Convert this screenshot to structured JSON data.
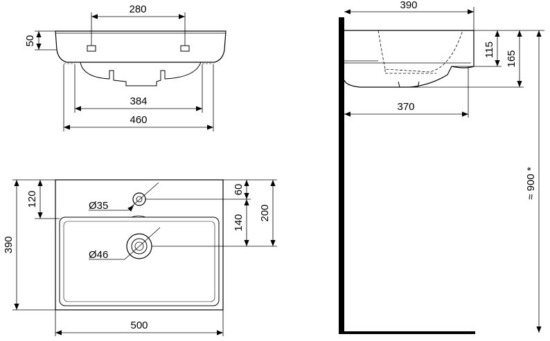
{
  "dimensions": {
    "tap_hole_spacing": "280",
    "rim_height": "50",
    "inner_bowl_width": "384",
    "basin_front_width": "460",
    "overall_width": "500",
    "overall_depth": "390",
    "tap_hole_from_back": "120",
    "tap_hole_to_waste": "140",
    "tap_hole_offset": "60",
    "waste_from_back": "200",
    "tap_hole_diameter": "Ø35",
    "waste_diameter": "Ø46",
    "side_depth": "390",
    "side_projection": "370",
    "waste_height": "115",
    "bowl_height": "165",
    "mounting_height": "≈ 900 *"
  }
}
